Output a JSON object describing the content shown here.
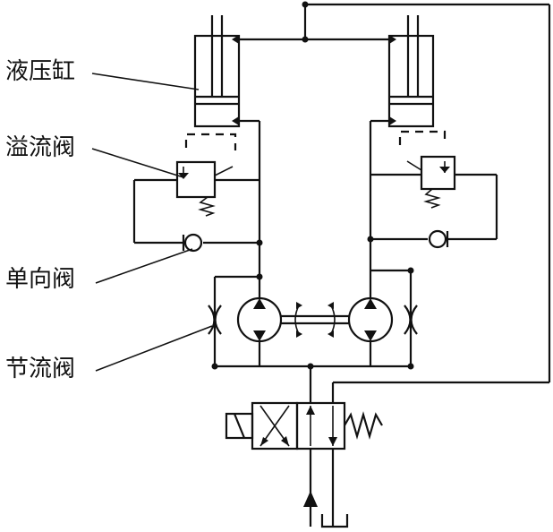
{
  "labels": {
    "cylinder": "液压缸",
    "relief_valve": "溢流阀",
    "check_valve": "单向阀",
    "throttle_valve": "节流阀"
  },
  "colors": {
    "line": "#111111",
    "background": "#ffffff"
  }
}
